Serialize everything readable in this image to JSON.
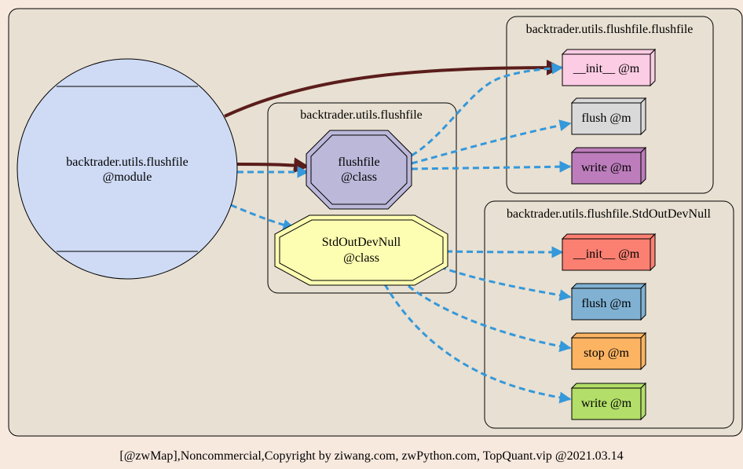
{
  "module": {
    "line1": "backtrader.utils.flushfile",
    "line2": "@module"
  },
  "clusters": {
    "inner": "backtrader.utils.flushfile",
    "flushfile_methods": "backtrader.utils.flushfile.flushfile",
    "stdout_methods": "backtrader.utils.flushfile.StdOutDevNull"
  },
  "classes": {
    "flushfile": {
      "line1": "flushfile",
      "line2": "@class"
    },
    "stdout": {
      "line1": "StdOutDevNull",
      "line2": "@class"
    }
  },
  "methods": {
    "ff_init": "__init__ @m",
    "ff_flush": "flush @m",
    "ff_write": "write @m",
    "sd_init": "__init__ @m",
    "sd_flush": "flush @m",
    "sd_stop": "stop @m",
    "sd_write": "write @m"
  },
  "colors": {
    "page_bg": "#f8e9df",
    "panel_bg": "#e8e0d2",
    "module_fill": "#cfdbf5",
    "flushfile_class_fill": "#bcb8da",
    "stdout_class_fill": "#fefeb2",
    "ff_init": "#fccce4",
    "ff_flush": "#d9d9d9",
    "ff_write": "#bd7dbc",
    "sd_init": "#fb8072",
    "sd_flush": "#80b1d3",
    "sd_stop": "#fdb462",
    "sd_write": "#b3de69",
    "solid_edge": "#5a1d1b",
    "dashed_edge": "#3498db"
  },
  "footer": "[@zwMap],Noncommercial,Copyright by ziwang.com, zwPython.com, TopQuant.vip @2021.03.14"
}
